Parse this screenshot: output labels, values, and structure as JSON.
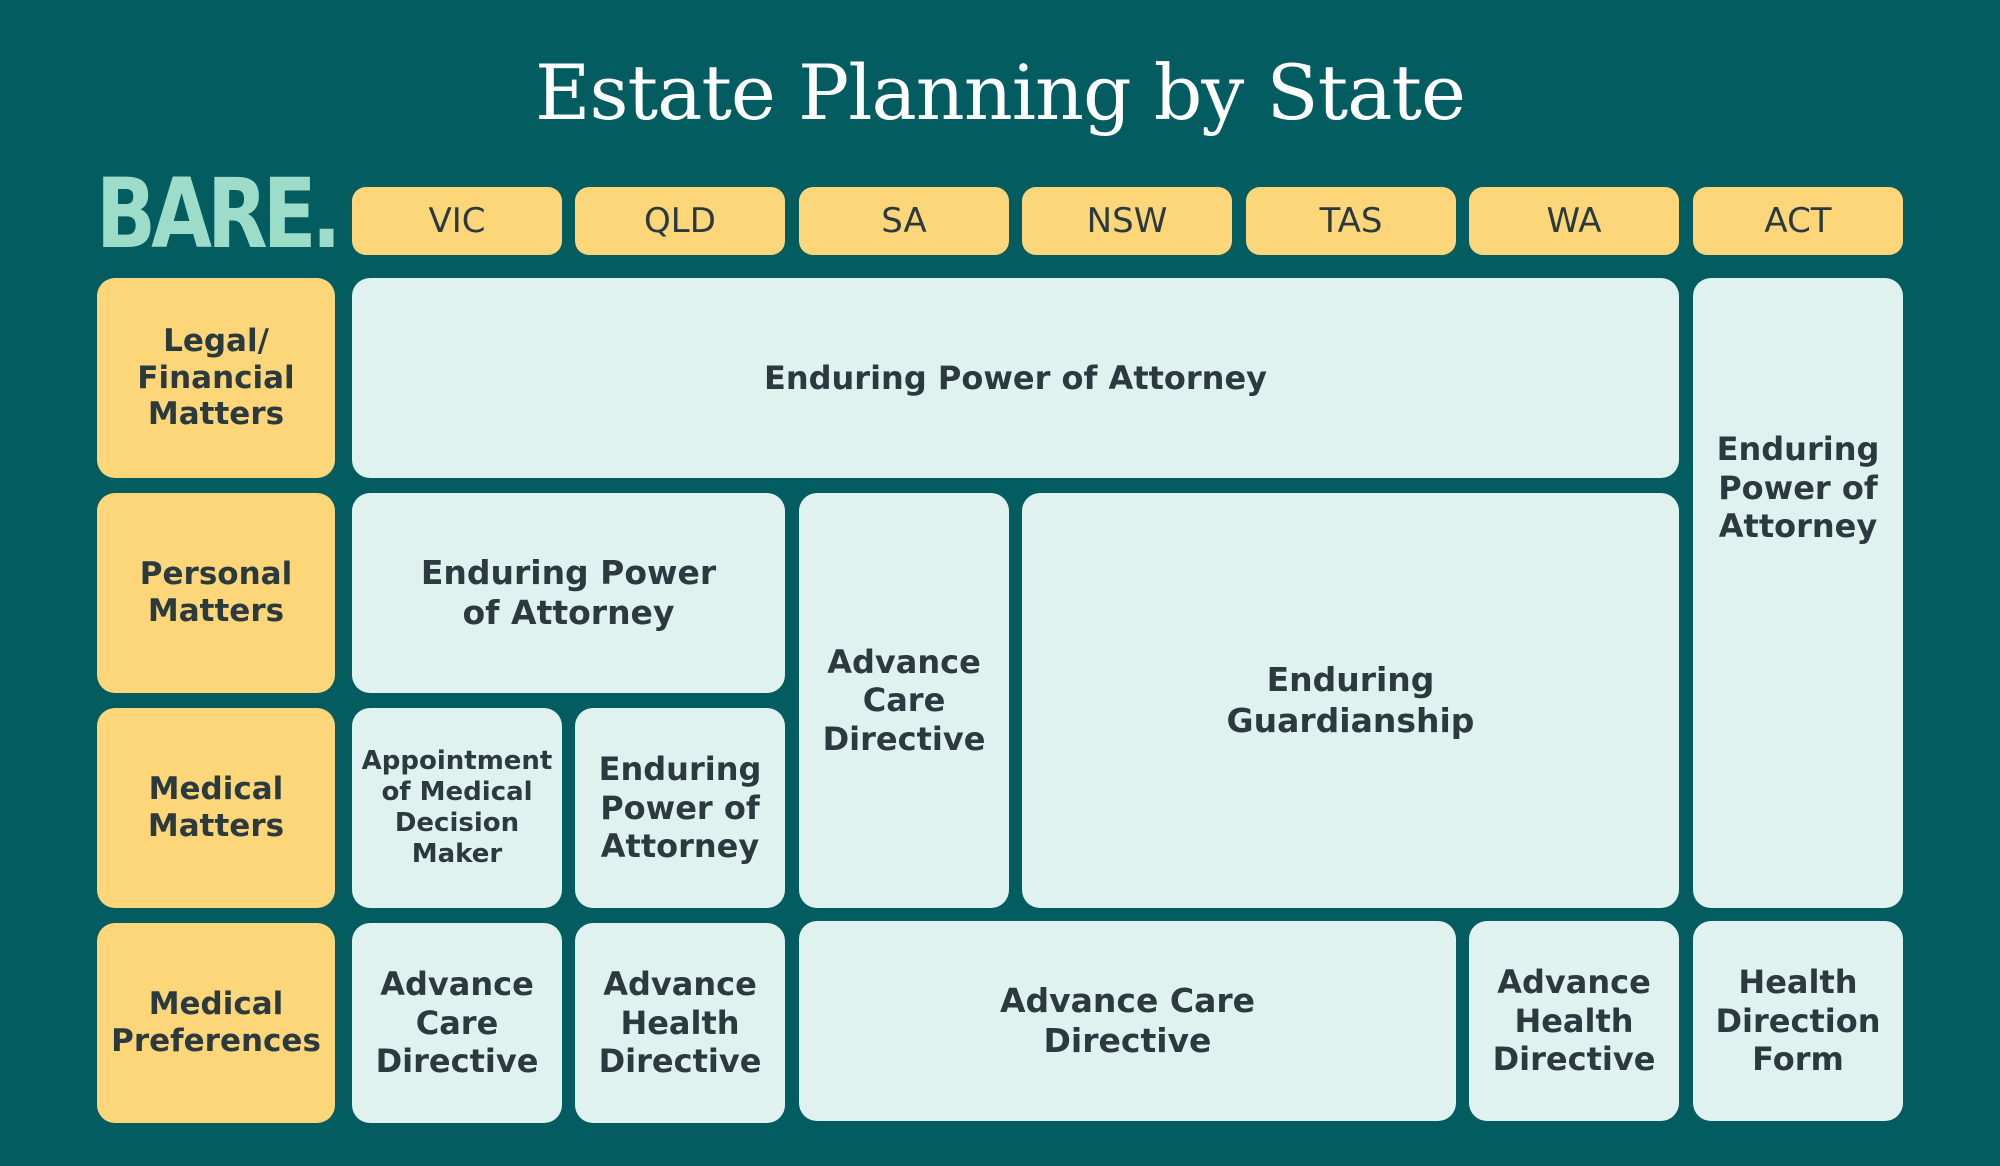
{
  "title": "Estate Planning by State",
  "logo": "BARE.",
  "columns": [
    "VIC",
    "QLD",
    "SA",
    "NSW",
    "TAS",
    "WA",
    "ACT"
  ],
  "rows": [
    "Legal/\nFinancial\nMatters",
    "Personal\nMatters",
    "Medical\nMatters",
    "Medical\nPreferences"
  ],
  "documents": {
    "legal_all": "Enduring Power of Attorney",
    "act_epa": "Enduring\nPower of\nAttorney",
    "personal_vic_qld": "Enduring Power\nof Attorney",
    "sa_acd": "Advance\nCare\nDirective",
    "guardianship": "Enduring\nGuardianship",
    "vic_amdm": "Appointment\nof Medical\nDecision\nMaker",
    "qld_epa": "Enduring\nPower of\nAttorney",
    "vic_acd": "Advance\nCare\nDirective",
    "qld_ahd": "Advance\nHealth\nDirective",
    "sa_nsw_tas_acd": "Advance Care\nDirective",
    "wa_ahd": "Advance\nHealth\nDirective",
    "act_hdf": "Health\nDirection\nForm"
  },
  "colors": {
    "background": "#035c60",
    "header_fill": "#fdd67a",
    "document_fill": "#dff2ef",
    "text": "#2b3a3f",
    "logo": "#9edcca"
  }
}
